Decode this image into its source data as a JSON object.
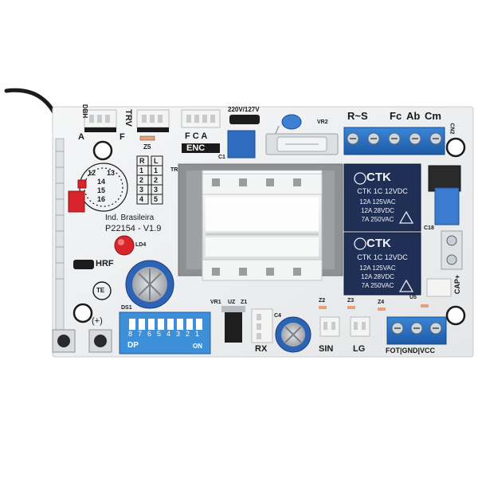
{
  "board": {
    "model": "P22154 - V1.9",
    "maker_note": "Ind. Brasileira",
    "colors": {
      "pcb": "#eef0f1",
      "terminal_blue": "#2b6fc4",
      "relay_navy": "#1e2f55",
      "transformer_grey": "#8a8d90",
      "led_red": "#d8252b",
      "capacitor_blue": "#2c63b5",
      "dip_blue": "#3d8fd8"
    }
  },
  "silkscreen": {
    "dbh": "DBH",
    "a_label": "A",
    "f_label": "F",
    "trv": "TRV",
    "z5": "Z5",
    "fca_a": "F C A",
    "enc": "ENC",
    "voltage": "220V/127V",
    "vr2": "VR2",
    "c1": "C1",
    "tr": "TR",
    "grid_r": "R",
    "grid_l": "L",
    "grid_numbers": [
      "1",
      "2",
      "3",
      "4",
      "5"
    ],
    "dial_numbers": [
      "12",
      "13",
      "14",
      "15",
      "16"
    ],
    "ld4": "LD4",
    "hrf": "HRF",
    "te": "TE",
    "plus": "(+)",
    "ds1": "DS1",
    "vr1": "VR1",
    "uz": "UZ",
    "z1": "Z1",
    "c4": "C4",
    "rx": "RX",
    "z2": "Z2",
    "z3": "Z3",
    "z4": "Z4",
    "sin": "SIN",
    "lg": "LG",
    "cn2": "CN2",
    "c18": "C18",
    "u5": "U5",
    "cap": "CAP+",
    "fot": "FOT|GND|VCC",
    "terminal_top": [
      "R~S",
      "Fc",
      "Ab",
      "Cm"
    ]
  },
  "dip_switch": {
    "numbers": [
      "8",
      "7",
      "6",
      "5",
      "4",
      "3",
      "2",
      "1"
    ],
    "on_label": "ON",
    "dp_label": "DP"
  },
  "relays": [
    {
      "brand": "CTK",
      "model": "CTK 1C 12VDC",
      "rating_1": "12A 125VAC",
      "rating_2": "12A 28VDC",
      "rating_3": "7A 250VAC"
    },
    {
      "brand": "CTK",
      "model": "CTK 1C 12VDC",
      "rating_1": "12A 125VAC",
      "rating_2": "12A 28VDC",
      "rating_3": "7A 250VAC"
    }
  ]
}
